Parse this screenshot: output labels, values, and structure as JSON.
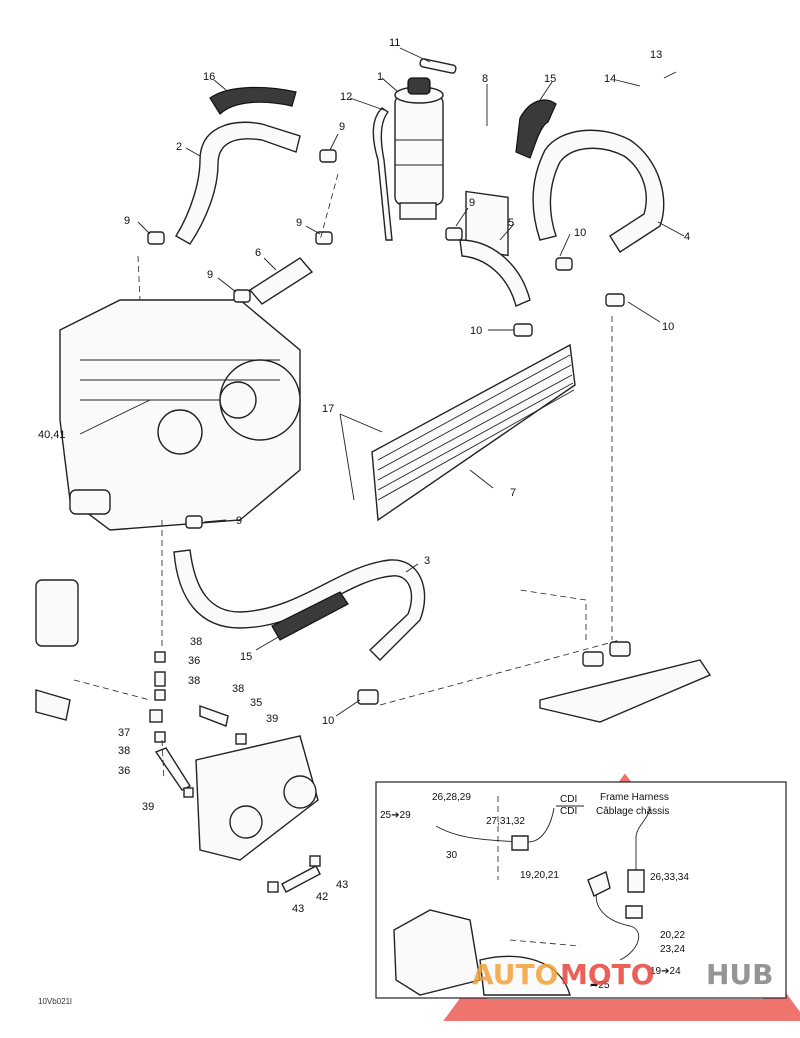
{
  "callouts": {
    "c1": "1",
    "c2": "2",
    "c3": "3",
    "c4": "4",
    "c5": "5",
    "c6": "6",
    "c7": "7",
    "c8": "8",
    "c9a": "9",
    "c9b": "9",
    "c9c": "9",
    "c9d": "9",
    "c9e": "9",
    "c9f": "9",
    "c10a": "10",
    "c10b": "10",
    "c10c": "10",
    "c10d": "10",
    "c11": "11",
    "c12": "12",
    "c13": "13",
    "c14": "14",
    "c15a": "15",
    "c15b": "15",
    "c16": "16",
    "c17": "17",
    "c4041": "40,41",
    "c38a": "38",
    "c36a": "36",
    "c38b": "38",
    "c37": "37",
    "c38c": "38",
    "c36b": "36",
    "c38d": "38",
    "c35": "35",
    "c39a": "39",
    "c39b": "39",
    "c42": "42",
    "c43a": "43",
    "c43b": "43"
  },
  "inset": {
    "c262829": "26,28,29",
    "c2529": "25➔29",
    "c273132": "27,31,32",
    "c30": "30",
    "c192021": "19,20,21",
    "c263334": "26,33,34",
    "c2022": "20,22",
    "c2324": "23,24",
    "c1924": "19➔24",
    "c25": "➦25",
    "cdi_top": "CDI",
    "cdi_bottom": "CDI",
    "frame_harness": "Frame Harness",
    "cablage_chassis": "Câblage châssis"
  },
  "figure_id": "10Vb021l",
  "watermark": {
    "word1": "AUTO",
    "word2": "MOTO",
    "word3": "HUB",
    "color_main": "#e8453c",
    "color_accent": "#f2a23a",
    "color_dark": "#b0b0b0"
  }
}
